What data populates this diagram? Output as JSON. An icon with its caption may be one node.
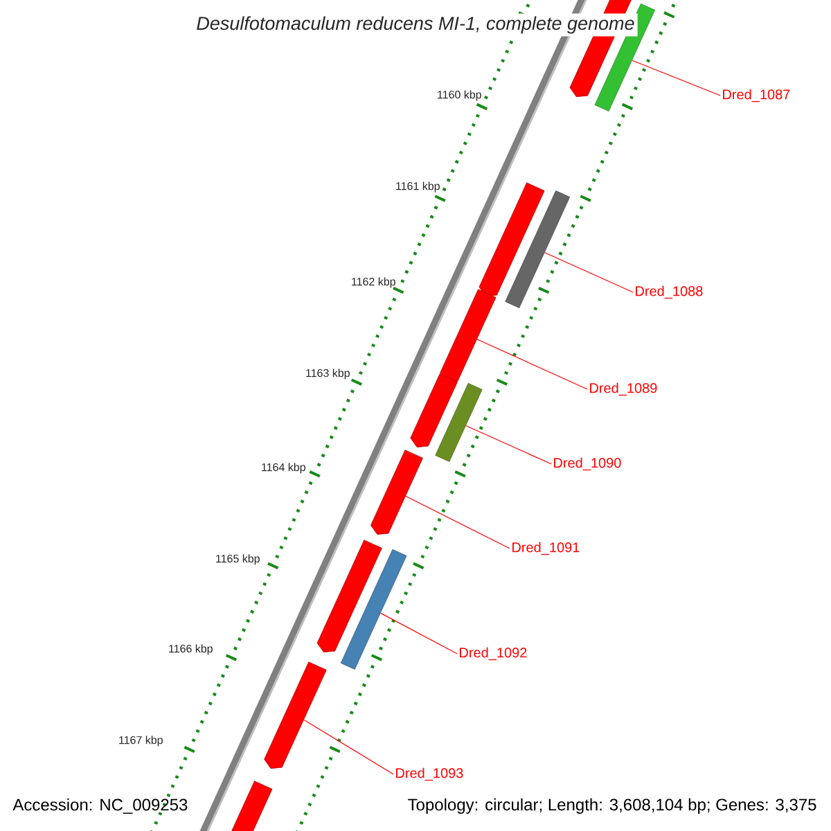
{
  "diagram": {
    "title": "Desulfotomaculum reducens MI-1, complete genome",
    "nodes": [
      {
        "text": [],
        "shape": "bar"
      },
      {
        "text": [],
        "shape": "bar"
      },
      {
        "text": [],
        "shape": "bar"
      },
      {
        "text": [],
        "shape": "bar"
      },
      {
        "text": [],
        "shape": "bar"
      },
      {
        "text": [],
        "shape": "bar"
      },
      {
        "text": [],
        "shape": "bar"
      },
      {
        "text": [],
        "shape": "bar"
      },
      {
        "text": [],
        "shape": "bar"
      },
      {
        "text": [],
        "shape": "bar"
      },
      {
        "text": [],
        "shape": "bar"
      },
      {
        "text": [],
        "shape": "bar"
      },
      {
        "text": [
          "Dred_1087"
        ]
      },
      {
        "text": [
          "Dred_1088"
        ]
      },
      {
        "text": [
          "Dred_1089"
        ]
      },
      {
        "text": [
          "Dred_1090"
        ]
      },
      {
        "text": [
          "Dred_1091"
        ]
      },
      {
        "text": [
          "Dred_1092"
        ]
      },
      {
        "text": [
          "Dred_1093"
        ]
      }
    ],
    "edges": [
      {
        "from": 12,
        "to": 1,
        "arrow": "none"
      },
      {
        "from": 13,
        "to": 3,
        "arrow": "none"
      },
      {
        "from": 14,
        "to": 4,
        "arrow": "none"
      },
      {
        "from": 15,
        "to": 6,
        "arrow": "none"
      },
      {
        "from": 16,
        "to": 7,
        "arrow": "none"
      },
      {
        "from": 17,
        "to": 9,
        "arrow": "none"
      },
      {
        "from": 18,
        "to": 10,
        "arrow": "none"
      }
    ],
    "labels": [
      "1160 kbp",
      "1161 kbp",
      "1162 kbp",
      "1163 kbp",
      "1164 kbp",
      "1165 kbp",
      "1166 kbp",
      "1167 kbp",
      "Accession: NC_009253",
      "Topology: circular; Length: 3,608,104 bp; Genes: 3,375"
    ]
  }
}
